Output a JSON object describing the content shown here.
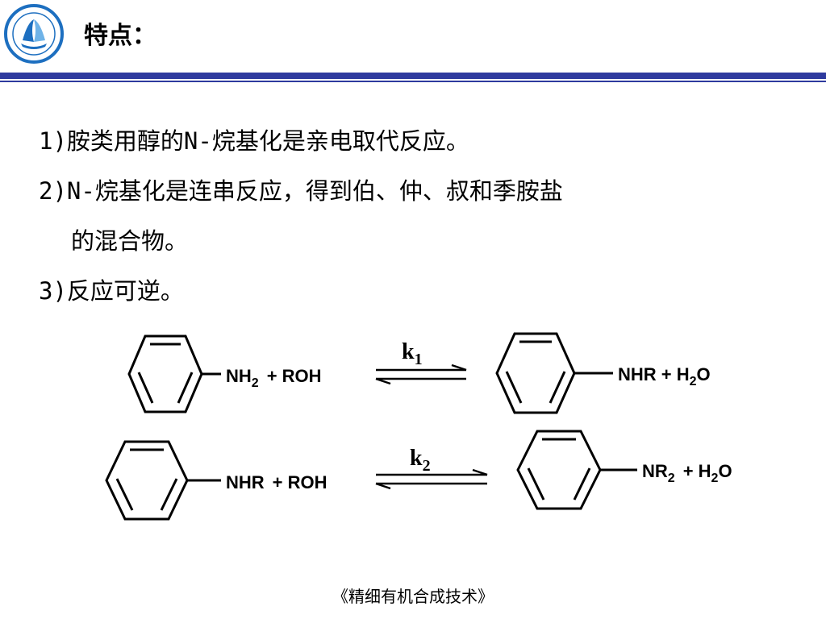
{
  "slide": {
    "title": "特点：",
    "points": [
      {
        "label": "1)胺类用醇的N-烷基化是亲电取代反应。"
      },
      {
        "label": "2)N-烷基化是连串反应，得到伯、仲、叔和季胺盐",
        "continuation": "的混合物。"
      },
      {
        "label": "3)反应可逆。"
      }
    ],
    "footer": "《精细有机合成技术》"
  },
  "scheme": {
    "reaction1": {
      "reactant_group": "NH",
      "reactant_sub": "2",
      "reagent": "+ ROH",
      "rate_k": "k",
      "rate_sub": "1",
      "product_group": "NHR + H",
      "product_sub": "2",
      "product_tail": "O"
    },
    "reaction2": {
      "reactant_group": "NHR",
      "reagent": "+ ROH",
      "rate_k": "k",
      "rate_sub": "2",
      "product_group": "NR",
      "product_sub": "2",
      "product_mid": "+ H",
      "product_sub2": "2",
      "product_tail": "O"
    }
  },
  "colors": {
    "accent_rule": "#2e3a9e",
    "logo_blue": "#1d6fc0",
    "text": "#000000"
  },
  "icons": {
    "logo": "school-logo-icon"
  }
}
